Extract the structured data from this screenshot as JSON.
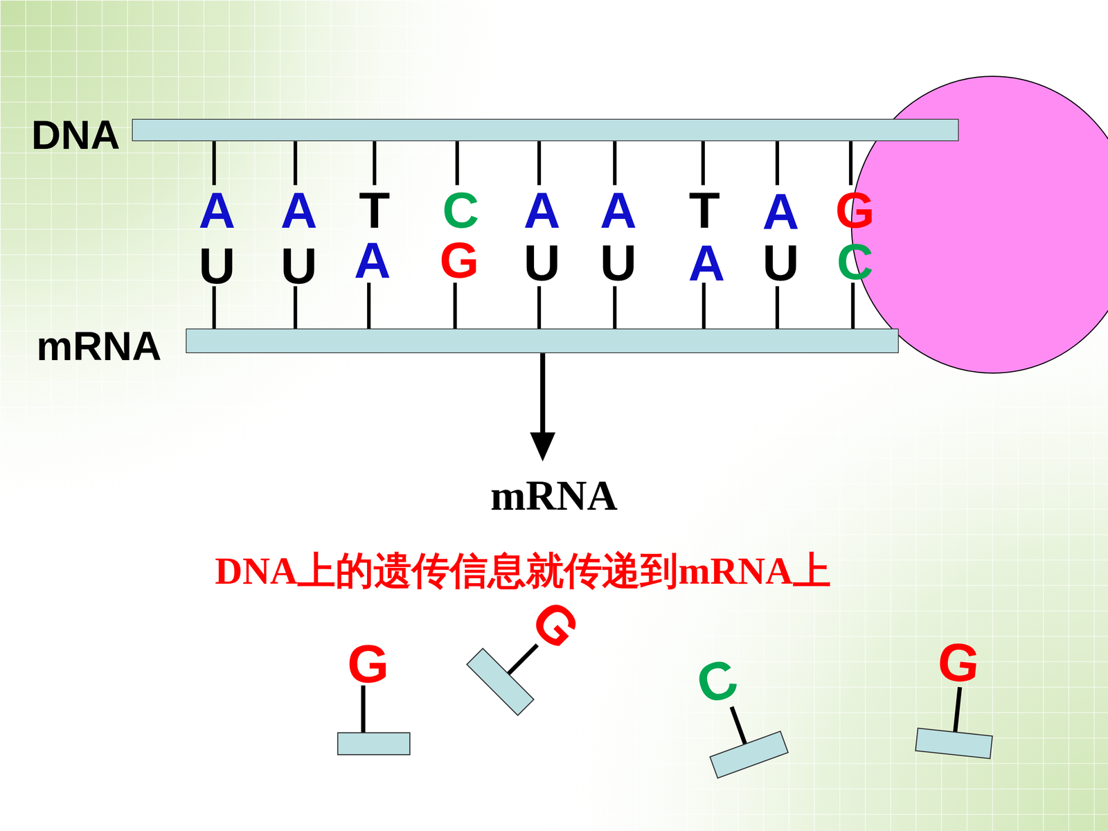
{
  "diagram": {
    "caption": "DNA上的遗传信息就传递到mRNA上",
    "nodes": [
      {
        "text": [
          "DNA"
        ]
      },
      {
        "text": [
          "mRNA"
        ]
      }
    ],
    "labels": [
      "A",
      "A",
      "T",
      "C",
      "A",
      "A",
      "T",
      "A",
      "G",
      "U",
      "U",
      "A",
      "G",
      "U",
      "U",
      "A",
      "U",
      "C",
      "mRNA",
      "G",
      "G",
      "C",
      "G"
    ]
  }
}
